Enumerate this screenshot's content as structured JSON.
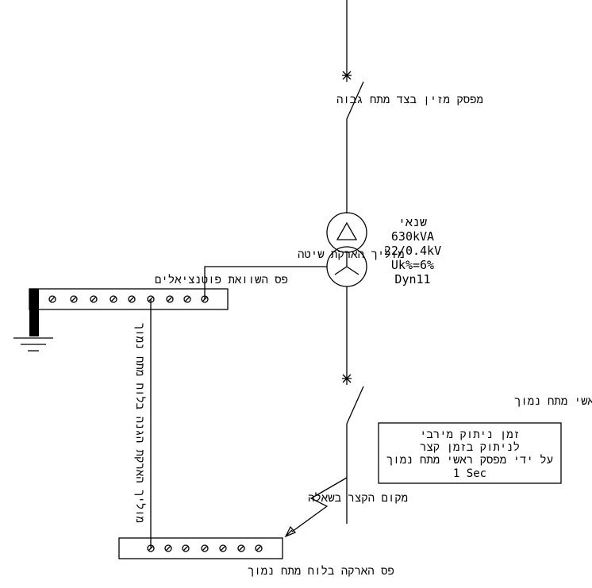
{
  "labels": {
    "hv_breaker": "מפסק מזין בצד מתח גבוה",
    "transformer": {
      "name": "שנאי",
      "power": "630kVA",
      "voltage": "22/0.4kV",
      "uk": "Uk%=6%",
      "vector": "Dyn11"
    },
    "system_ground_conductor": "מוליך הארקת שיטה",
    "equipotential_bar": "פס השוואת פוטנציאלים",
    "protective_ground_conductor": "מוליך הארקת הגנה בלוח מתח נמוך",
    "lv_main_breaker": "מפסק ראשי מתח נמוך",
    "fault_location": "מקום הקצר בשאלה",
    "lv_ground_bar": "פס הארקה בלוח מתח נמוך"
  },
  "info_box": {
    "line1": "זמן ניתוק מירבי",
    "line2": "לניתוק בזמן קצר",
    "line3": "על ידי מפסק ראשי מתח נמוך",
    "line4": "1 Sec"
  }
}
